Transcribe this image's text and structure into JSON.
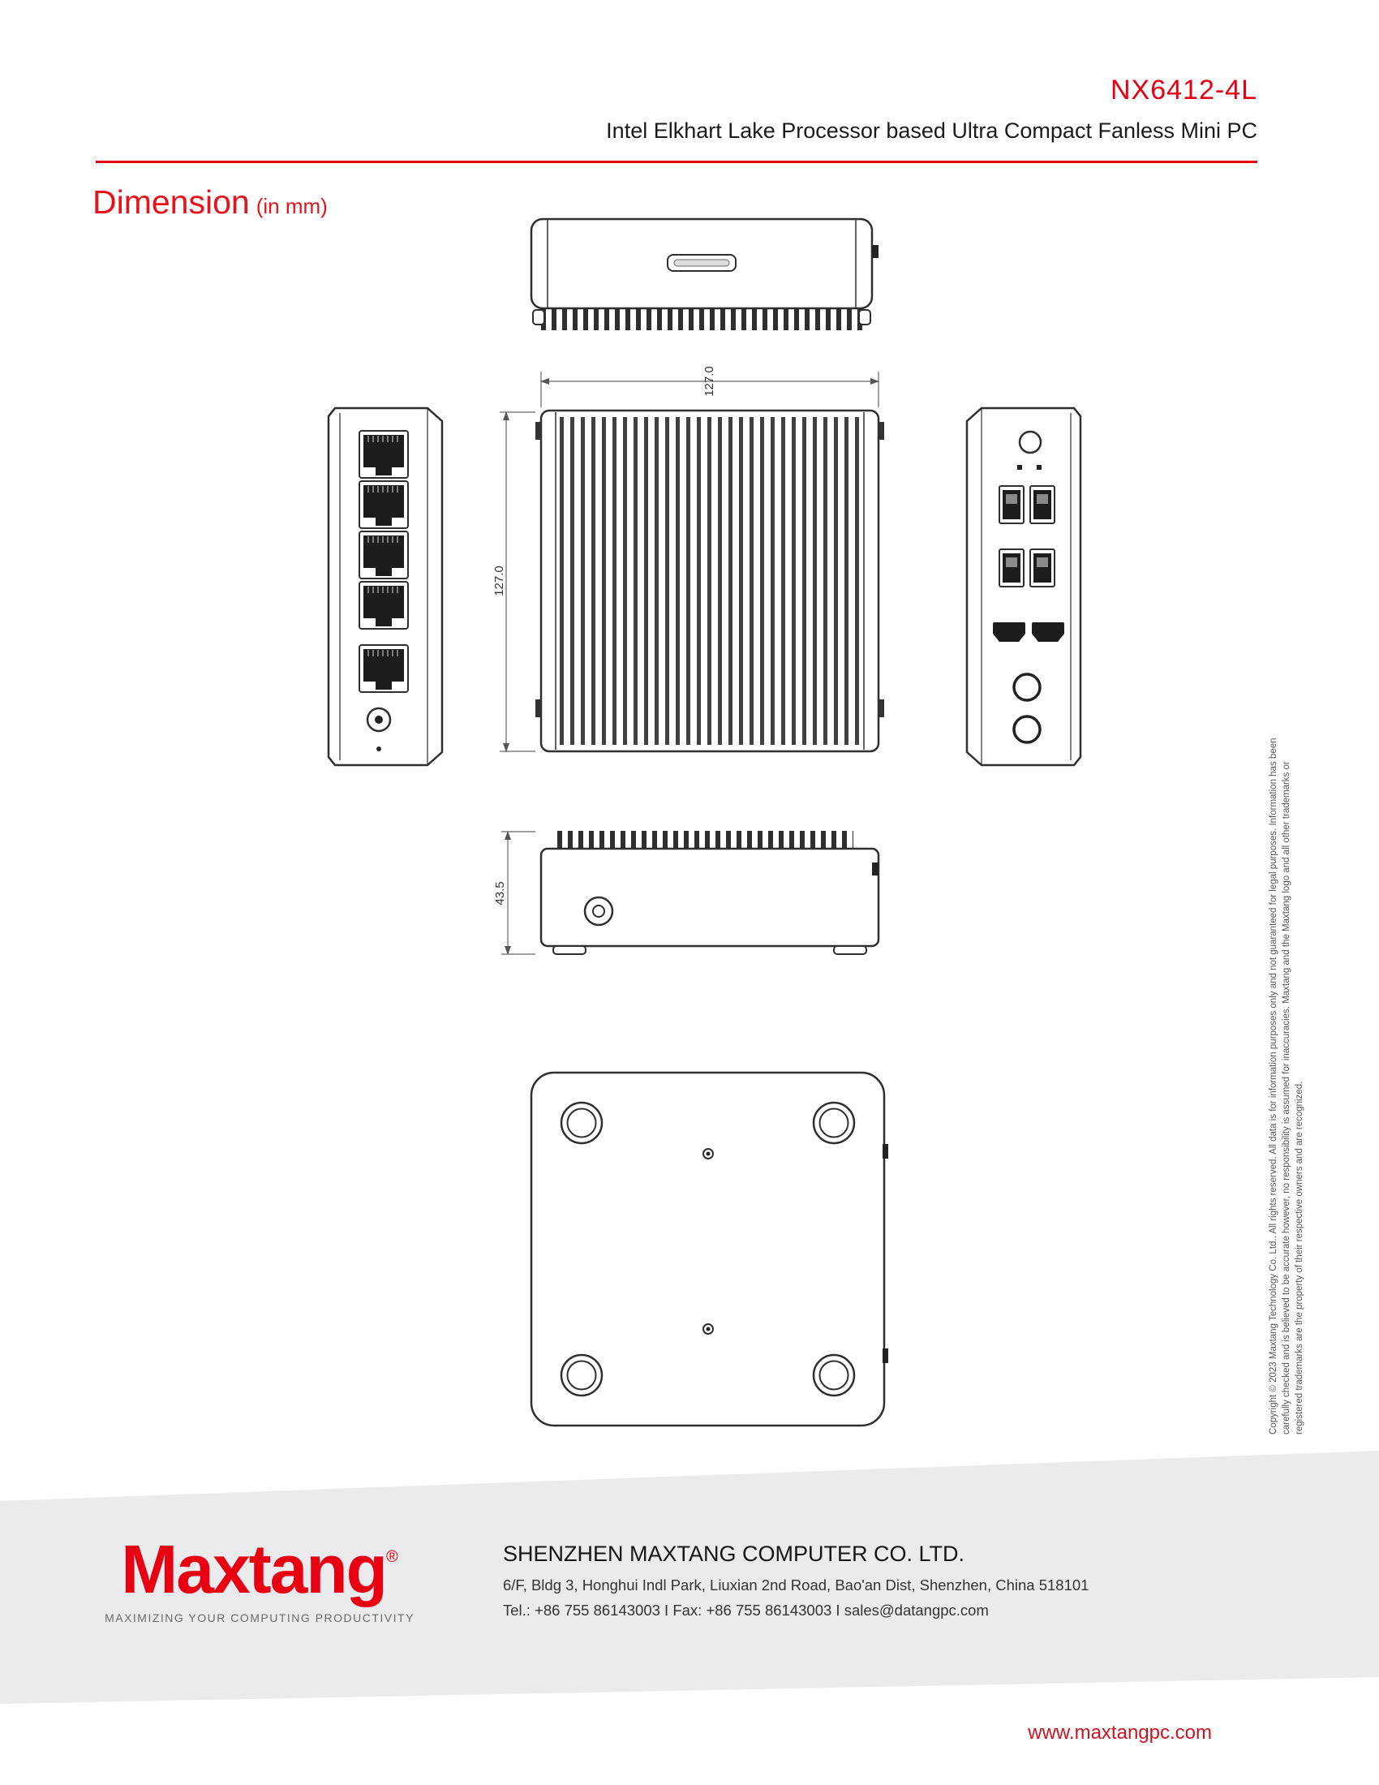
{
  "colors": {
    "accent": "#e60012"
  },
  "header": {
    "product_code": "NX6412-4L",
    "subtitle": "Intel Elkhart Lake Processor based Ultra Compact Fanless Mini PC"
  },
  "section": {
    "title": "Dimension",
    "unit": "(in mm)"
  },
  "dims": {
    "width": "127.0",
    "height": "127.0",
    "depth": "43.5"
  },
  "copyright": {
    "line1": "Copyright © 2023 Maxtang Technology Co. Ltd.. All rights reserved. All data is for information purposes only and not guaranteed for legal purposes. Information has been",
    "line2": "carefully checked and is believed to be accurate however, no responsibility is assumed for inaccuracies. Maxtang and the Maxtang logo and all other trademarks or",
    "line3": "registered trademarks are the property of their respective owners and are recognized."
  },
  "footer": {
    "logo": "Maxtang",
    "logo_mark": "®",
    "tagline": "MAXIMIZING YOUR COMPUTING PRODUCTIVITY",
    "company": "SHENZHEN MAXTANG COMPUTER CO. LTD.",
    "address": "6/F, Bldg 3, Honghui Indl Park, Liuxian 2nd Road, Bao'an Dist, Shenzhen, China 518101",
    "contact": "Tel.: +86 755 86143003  I  Fax: +86 755 86143003   I  sales@datangpc.com",
    "website": "www.maxtangpc.com"
  }
}
